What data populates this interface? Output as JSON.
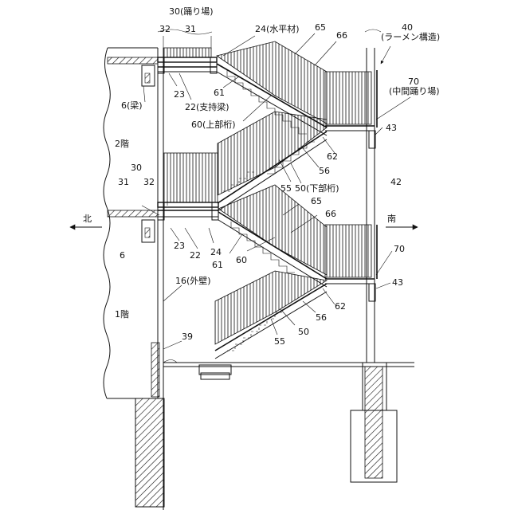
{
  "labels": {
    "l30_top": "30(踊り場)",
    "l32_top": "32",
    "l31_top": "31",
    "l24_top": "24(水平材)",
    "l65_top": "65",
    "l66_top": "66",
    "l40": "40",
    "l40_sub": "(ラーメン構造)",
    "l70_top": "70",
    "l70_sub": "(中間踊り場)",
    "l6_top": "6(梁)",
    "l23_top": "23",
    "l22_top": "22(支持梁)",
    "l61_top": "61",
    "l60_top": "60(上部桁)",
    "l43_top": "43",
    "l2f": "2階",
    "l62_top": "62",
    "l56_top": "56",
    "l30_mid": "30",
    "l31_mid": "31",
    "l32_mid": "32",
    "l55_top": "55",
    "l50_top": "50(下部桁)",
    "l42": "42",
    "l65_mid": "65",
    "l66_mid": "66",
    "north": "北",
    "south": "南",
    "l6_mid": "6",
    "l23_mid": "23",
    "l22_mid": "22",
    "l24_mid": "24",
    "l61_mid": "61",
    "l60_mid": "60",
    "l70_mid": "70",
    "l43_mid": "43",
    "l16": "16(外壁)",
    "l1f": "1階",
    "l62_mid": "62",
    "l56_mid": "56",
    "l50_mid": "50",
    "l39": "39",
    "l55_mid": "55"
  },
  "colors": {
    "line": "#111111",
    "background": "#ffffff"
  }
}
